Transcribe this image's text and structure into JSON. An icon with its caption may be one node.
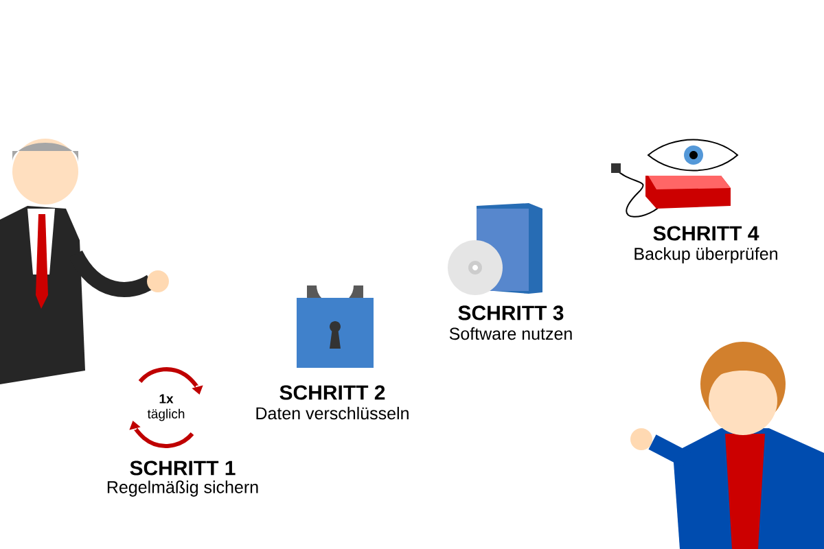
{
  "diagram": {
    "labels": [
      "**1x** täglich",
      "SCHRITT 1",
      "Regelmäßig sichern",
      "SCHRITT 2",
      "Daten verschlüsseln",
      "SCHRITT 3",
      "Software nutzen",
      "SCHRITT 4",
      "Backup überprüfen"
    ]
  }
}
